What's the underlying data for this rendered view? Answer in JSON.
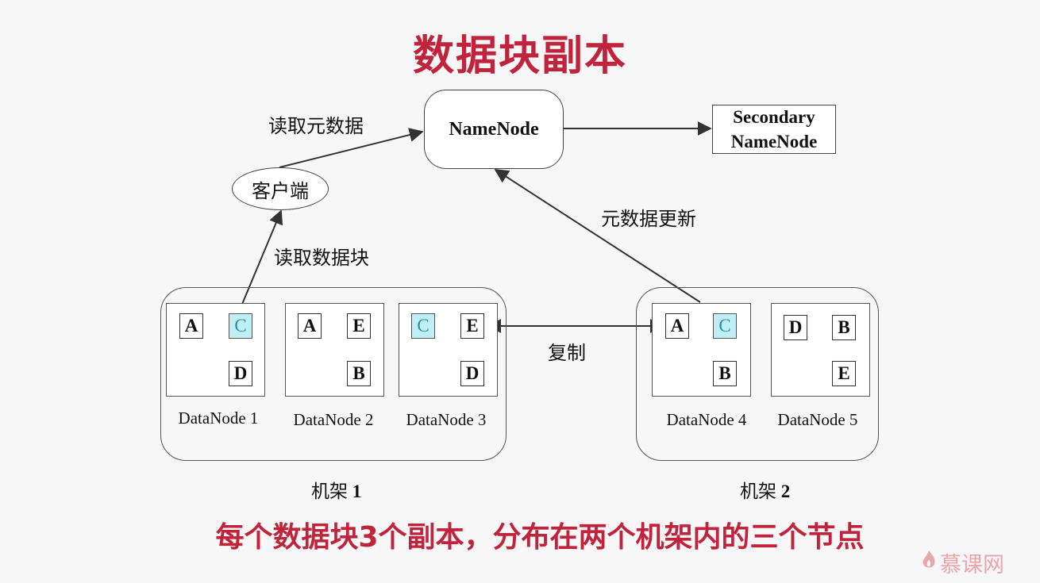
{
  "title": "数据块副本",
  "namenode": "NameNode",
  "secondary": {
    "line1": "Secondary",
    "line2": "NameNode"
  },
  "client": "客户端",
  "labels": {
    "read_meta": "读取元数据",
    "read_block": "读取数据块",
    "meta_update": "元数据更新",
    "replicate": "复制"
  },
  "racks": [
    {
      "label": "机架 ",
      "num": "1"
    },
    {
      "label": "机架 ",
      "num": "2"
    }
  ],
  "datanodes": [
    {
      "name": "DataNode 1",
      "blocks": [
        "A",
        "C",
        "D"
      ]
    },
    {
      "name": "DataNode 2",
      "blocks": [
        "A",
        "E",
        "B"
      ]
    },
    {
      "name": "DataNode 3",
      "blocks": [
        "C",
        "E",
        "D"
      ]
    },
    {
      "name": "DataNode 4",
      "blocks": [
        "A",
        "C",
        "B"
      ]
    },
    {
      "name": "DataNode 5",
      "blocks": [
        "D",
        "B",
        "E"
      ]
    }
  ],
  "highlight_color": "#bfeef6",
  "caption": "每个数据块3个副本，分布在两个机架内的三个节点",
  "logo": "慕课网"
}
